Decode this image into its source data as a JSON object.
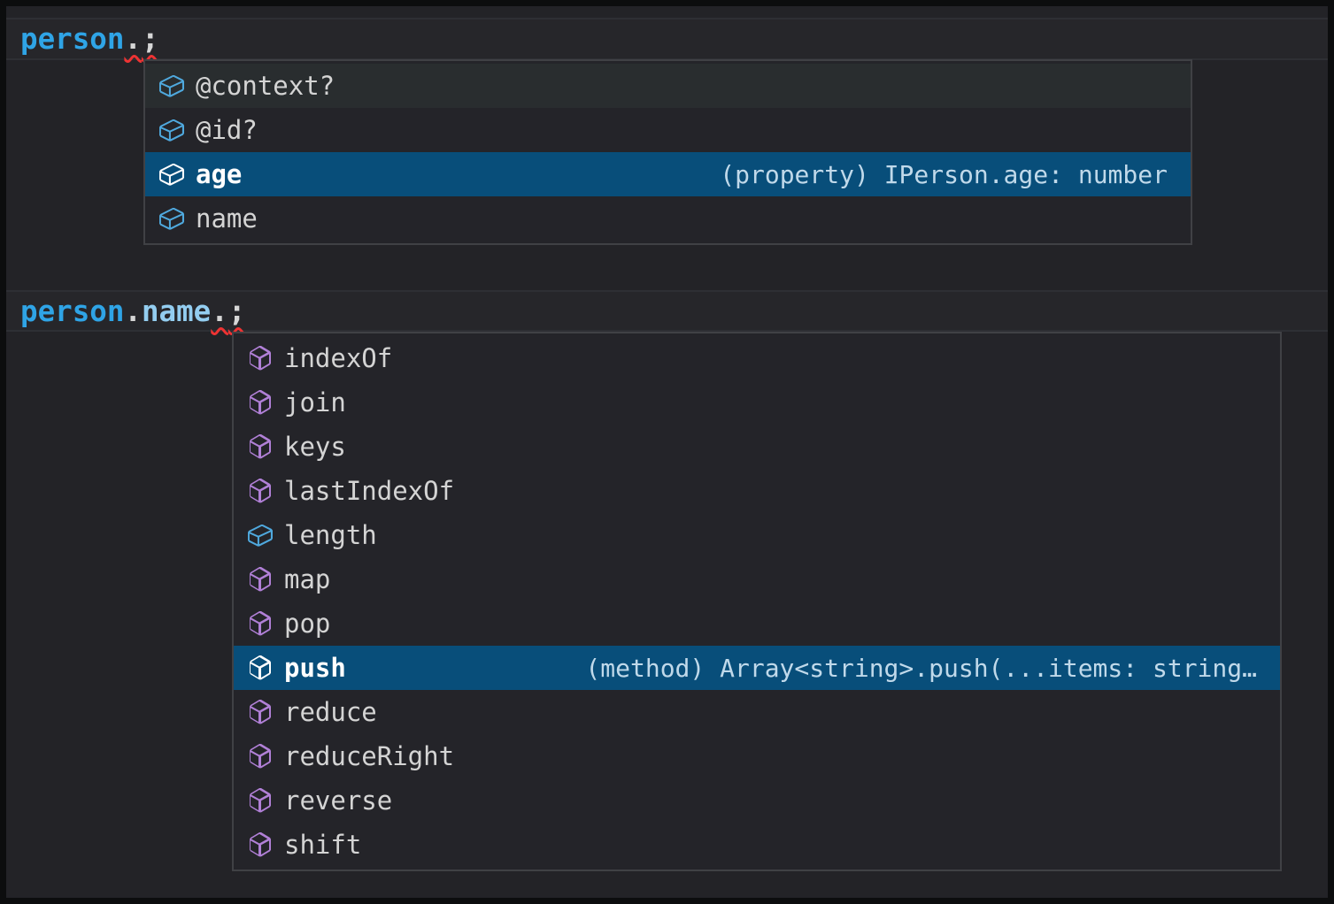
{
  "colors": {
    "editor_background": "#232327",
    "widget_background": "#242429",
    "widget_border": "#404145",
    "selection_background": "#084e7a",
    "hover_background": "#292d2f",
    "field_icon_blue": "#4fa9de",
    "method_icon_purple": "#b180d7",
    "variable_blue": "#2fa4e6",
    "property_light_blue": "#93cdf0",
    "punctuation": "#d6d6d6",
    "error_squiggle_red": "#ee3333",
    "label_text": "#d4d4d4",
    "selected_text": "#ffffff",
    "detail_text": "#c0d9ea"
  },
  "code_line_1": {
    "variable": "person",
    "dot": ".",
    "semicolon": ";"
  },
  "code_line_2": {
    "variable": "person",
    "dot1": ".",
    "property": "name",
    "dot2": ".",
    "semicolon": ";"
  },
  "suggest_widget_1": {
    "items": [
      {
        "label": "@context?",
        "icon": "symbol-field",
        "state": "hover"
      },
      {
        "label": "@id?",
        "icon": "symbol-field",
        "state": "normal"
      },
      {
        "label": "age",
        "icon": "symbol-field",
        "state": "selected",
        "detail": "(property) IPerson.age: number"
      },
      {
        "label": "name",
        "icon": "symbol-field",
        "state": "normal"
      }
    ]
  },
  "suggest_widget_2": {
    "items": [
      {
        "label": "indexOf",
        "icon": "symbol-method",
        "state": "normal"
      },
      {
        "label": "join",
        "icon": "symbol-method",
        "state": "normal"
      },
      {
        "label": "keys",
        "icon": "symbol-method",
        "state": "normal"
      },
      {
        "label": "lastIndexOf",
        "icon": "symbol-method",
        "state": "normal"
      },
      {
        "label": "length",
        "icon": "symbol-field",
        "state": "normal"
      },
      {
        "label": "map",
        "icon": "symbol-method",
        "state": "normal"
      },
      {
        "label": "pop",
        "icon": "symbol-method",
        "state": "normal"
      },
      {
        "label": "push",
        "icon": "symbol-method",
        "state": "selected",
        "detail": "(method) Array<string>.push(...items: string…"
      },
      {
        "label": "reduce",
        "icon": "symbol-method",
        "state": "normal"
      },
      {
        "label": "reduceRight",
        "icon": "symbol-method",
        "state": "normal"
      },
      {
        "label": "reverse",
        "icon": "symbol-method",
        "state": "normal"
      },
      {
        "label": "shift",
        "icon": "symbol-method",
        "state": "normal"
      }
    ]
  }
}
